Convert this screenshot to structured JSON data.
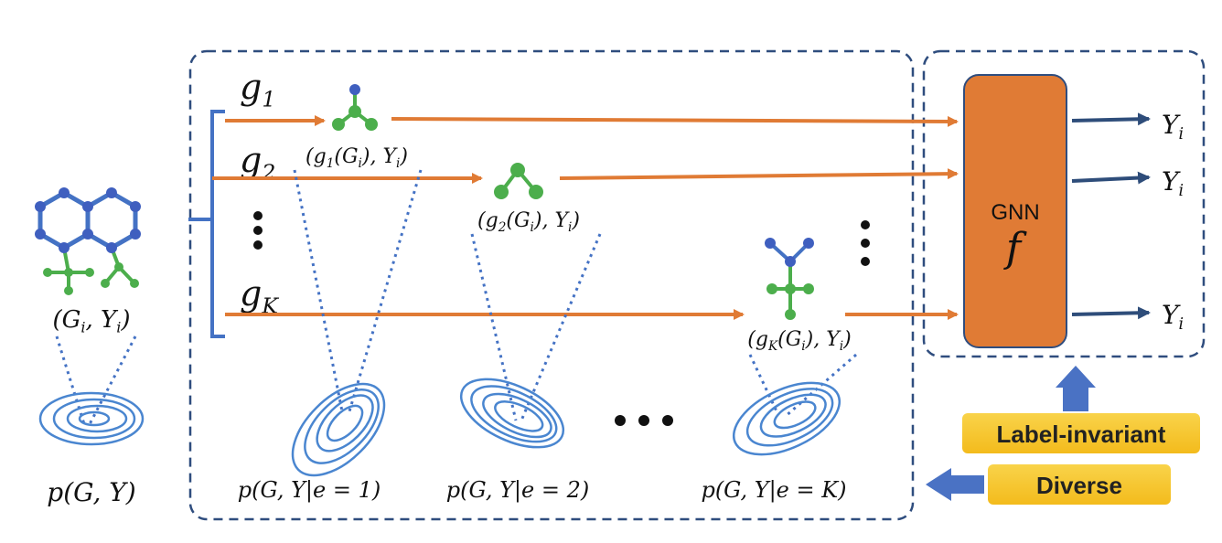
{
  "input": {
    "pair_label": "(G_i, Y_i)",
    "dist_label": "p(G, Y)"
  },
  "augmentations": [
    {
      "func": "g_1",
      "pair": "(g_1(G_i), Y_i)",
      "dist": "p(G, Y|e = 1)"
    },
    {
      "func": "g_2",
      "pair": "(g_2(G_i), Y_i)",
      "dist": "p(G, Y|e = 2)"
    },
    {
      "func": "g_K",
      "pair": "(g_K(G_i), Y_i)",
      "dist": "p(G, Y|e = K)"
    }
  ],
  "model": {
    "name": "GNN",
    "symbol": "f",
    "outputs": [
      "Y_i",
      "Y_i",
      "Y_i"
    ]
  },
  "properties": {
    "label_invariant": "Label-invariant",
    "diverse": "Diverse"
  },
  "colors": {
    "graph_node": "#3f5fbf",
    "graph_edge_blue": "#4472c4",
    "graph_green": "#4cae4c",
    "arrow_orange": "#e07b35",
    "gnn_box": "#e07b35",
    "output_arrow": "#2e4d7a",
    "dashed_border": "#2f4d7e",
    "contour": "#4a86d0",
    "label_box": "#f5c518",
    "block_arrow": "#4a72c4"
  }
}
